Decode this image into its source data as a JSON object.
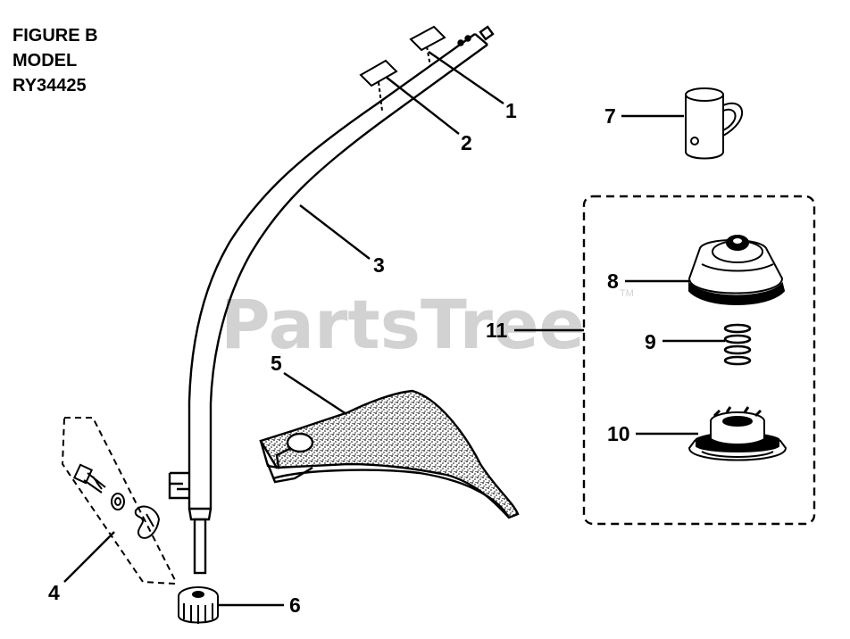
{
  "figure": {
    "title_line1": "FIGURE B",
    "title_line2": "MODEL",
    "title_line3": "RY34425"
  },
  "watermark": {
    "text": "PartsTree",
    "trademark": "TM"
  },
  "callouts": [
    {
      "id": "1",
      "label": "1"
    },
    {
      "id": "2",
      "label": "2"
    },
    {
      "id": "3",
      "label": "3"
    },
    {
      "id": "4",
      "label": "4"
    },
    {
      "id": "5",
      "label": "5"
    },
    {
      "id": "6",
      "label": "6"
    },
    {
      "id": "7",
      "label": "7"
    },
    {
      "id": "8",
      "label": "8"
    },
    {
      "id": "9",
      "label": "9"
    },
    {
      "id": "10",
      "label": "10"
    },
    {
      "id": "11",
      "label": "11"
    }
  ],
  "colors": {
    "ink": "#000000",
    "watermark": "#d2d2d2",
    "background": "#ffffff"
  }
}
